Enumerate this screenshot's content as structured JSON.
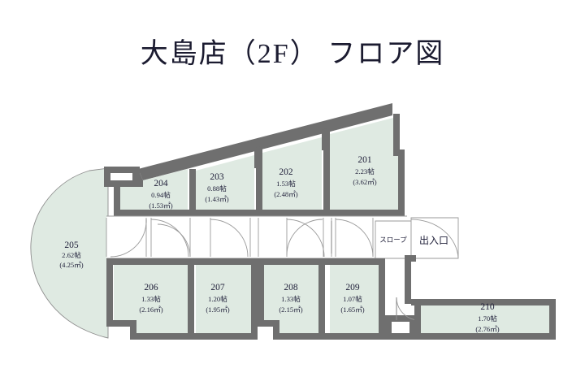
{
  "page": {
    "title": "大島店（2F） フロア図",
    "background_color": "#ffffff"
  },
  "legend": {
    "room_fill_color": "#dfeae2",
    "wall_color": "#6f6f6f",
    "text_color": "#20203a",
    "unit_jo": "帖",
    "unit_sqm": "㎡"
  },
  "annotations": [
    {
      "name": "slope",
      "label": "スロープ"
    },
    {
      "name": "entrance",
      "label": "出入口"
    }
  ],
  "rooms": [
    {
      "id": "201",
      "number": "201",
      "jo": "2.23帖",
      "sqm": "(3.62㎡)"
    },
    {
      "id": "202",
      "number": "202",
      "jo": "1.53帖",
      "sqm": "(2.48㎡)"
    },
    {
      "id": "203",
      "number": "203",
      "jo": "0.88帖",
      "sqm": "(1.43㎡)"
    },
    {
      "id": "204",
      "number": "204",
      "jo": "0.94帖",
      "sqm": "(1.53㎡)"
    },
    {
      "id": "205",
      "number": "205",
      "jo": "2.62帖",
      "sqm": "(4.25㎡)"
    },
    {
      "id": "206",
      "number": "206",
      "jo": "1.33帖",
      "sqm": "(2.16㎡)"
    },
    {
      "id": "207",
      "number": "207",
      "jo": "1.20帖",
      "sqm": "(1.95㎡)"
    },
    {
      "id": "208",
      "number": "208",
      "jo": "1.33帖",
      "sqm": "(2.15㎡)"
    },
    {
      "id": "209",
      "number": "209",
      "jo": "1.07帖",
      "sqm": "(1.65㎡)"
    },
    {
      "id": "210",
      "number": "210",
      "jo": "1.70帖",
      "sqm": "(2.76㎡)"
    }
  ]
}
